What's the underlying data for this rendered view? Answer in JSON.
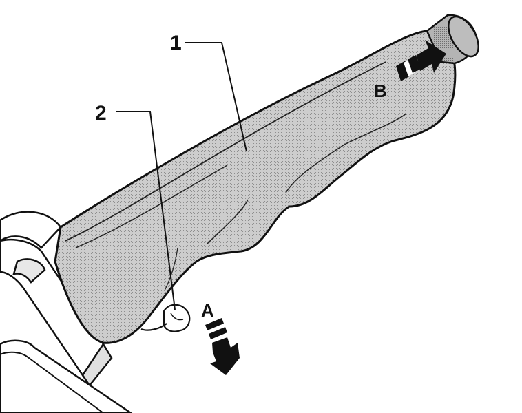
{
  "labels": {
    "part_1": "1",
    "part_2": "2",
    "direction_a": "A",
    "direction_b": "B"
  },
  "colors": {
    "ink": "#111111",
    "grip_fill": "#c9c9c9",
    "grip_shadow": "#a9a9a9",
    "background": "#ffffff"
  }
}
